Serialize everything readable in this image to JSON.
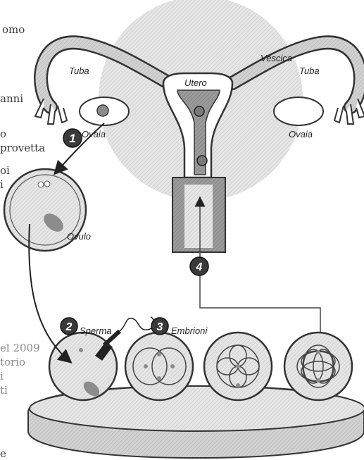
{
  "side_text_left": [
    "omo",
    "anni",
    "o",
    "provetta",
    "oi",
    "i"
  ],
  "side_text_bottom": [
    "el 2009",
    "torio",
    "i",
    "ti",
    "e"
  ],
  "labels": {
    "tuba_left": "Tuba",
    "tuba_right": "Tuba",
    "vescica": "Vescica",
    "utero": "Utero",
    "ovaia_left": "Ovaia",
    "ovaia_right": "Ovaia",
    "ovulo": "Ovulo",
    "sperma": "Sperma",
    "embrioni": "Embrioni"
  },
  "steps": [
    "1",
    "2",
    "3",
    "4"
  ]
}
